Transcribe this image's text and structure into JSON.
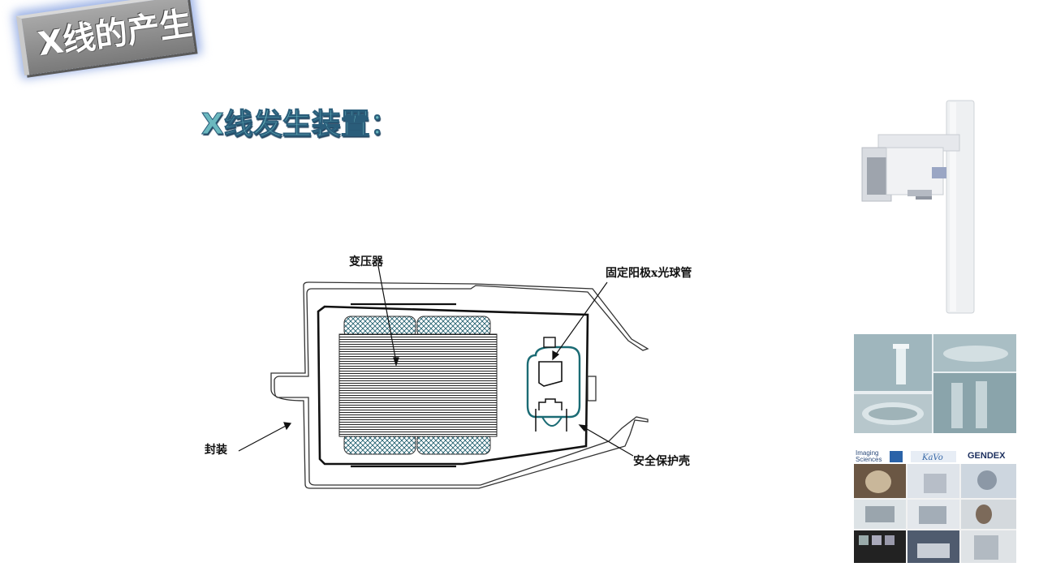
{
  "slide": {
    "title": "X线的产生",
    "subtitle": "X线发生装置："
  },
  "diagram": {
    "labels": {
      "transformer": "变压器",
      "xray_tube": "固定阳极x光球管",
      "housing": "封装",
      "shell": "安全保护壳"
    }
  },
  "photos": {
    "brand_labels": {
      "imaging": "Imaging",
      "sciences": "Sciences",
      "gendex": "GENDEX"
    },
    "icons": [
      "xray-machine-photo",
      "dental-radiograph-collage",
      "brand-product-collage"
    ]
  }
}
